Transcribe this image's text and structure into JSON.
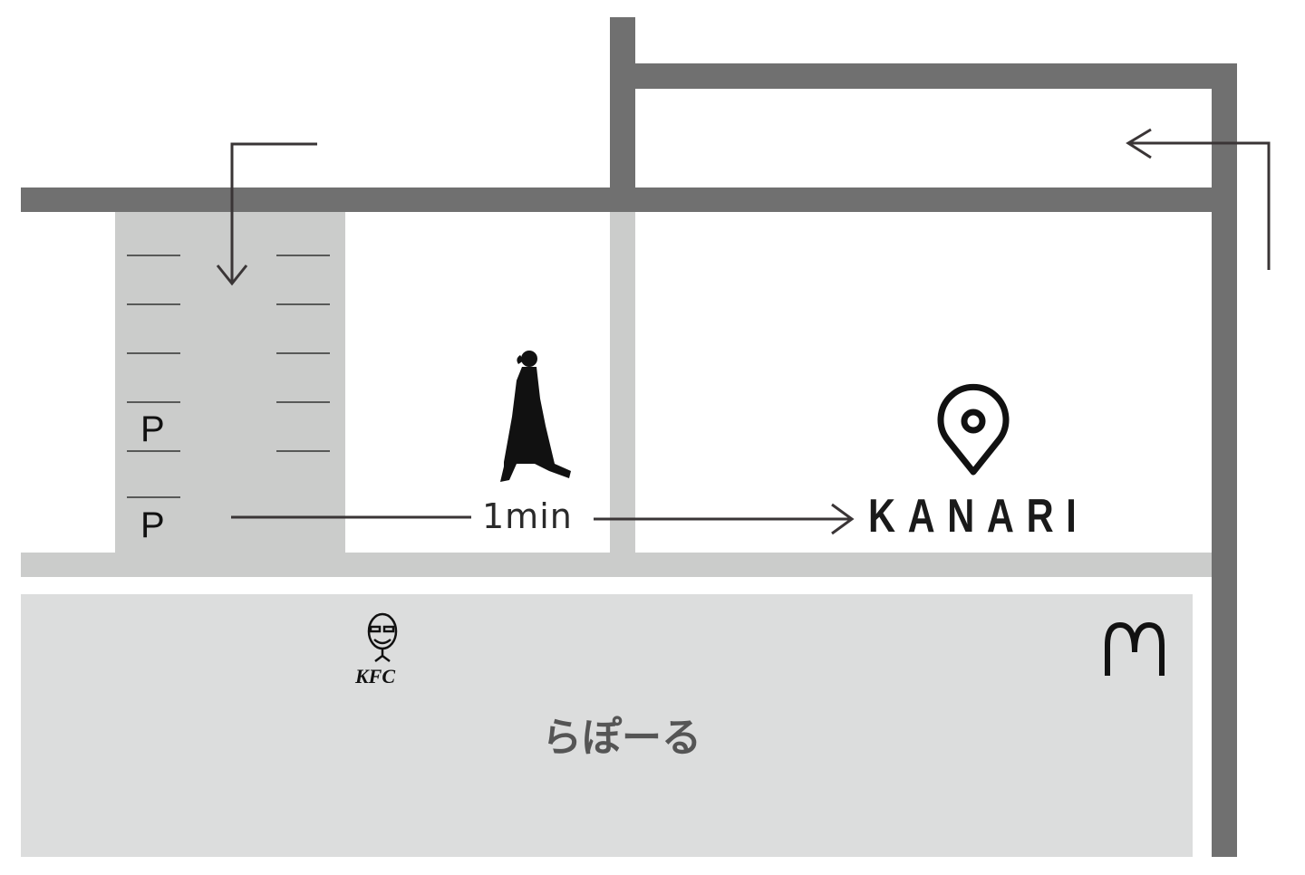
{
  "map": {
    "parking_label": "P",
    "walk_time": "1min",
    "destination": "KANARI",
    "landmarks": {
      "kfc": "KFC",
      "mall": "らぽーる",
      "mcdonalds": "M"
    },
    "colors": {
      "road": "#707070",
      "side_road": "#cbcccb",
      "building": "#dcdddd",
      "ink": "#3a3536"
    }
  }
}
